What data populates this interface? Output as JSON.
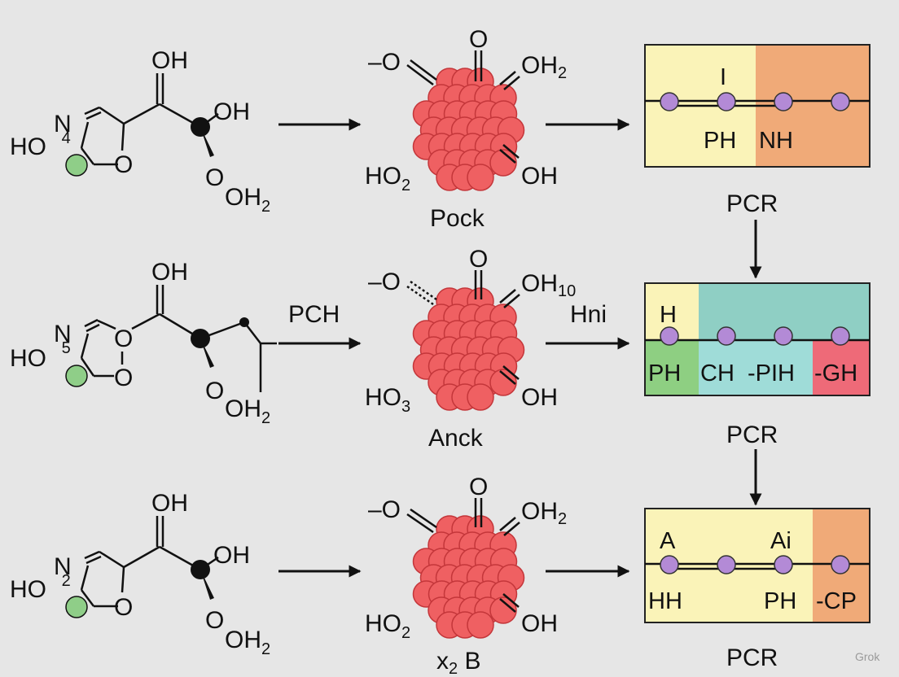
{
  "colors": {
    "background": "#e6e6e6",
    "sphere_fill": "#ef6062",
    "sphere_stroke": "#c4363a",
    "ring_atom": "#8fce88",
    "node_atom": "#b38ad6",
    "panel_yellow": "#faf3b8",
    "panel_orange": "#f0aa78",
    "panel_teal": "#8fcfc4",
    "panel_green": "#8ecf82",
    "panel_cyan": "#9fdcd8",
    "panel_pink": "#ee6a78"
  },
  "rows": [
    {
      "molecule": {
        "oh_top": "OH",
        "oh_mid": "OH",
        "ho": "HO",
        "n": "N",
        "n_sub": "4",
        "o_ring": "O",
        "o_low": "O",
        "oh2": "OH",
        "oh2_sub": "2"
      },
      "arrow1_label": "",
      "cluster": {
        "tl": "–O",
        "top": "O",
        "tr": "OH",
        "tr_sub": "2",
        "bl": "HO",
        "bl_sub": "2",
        "br": "OH",
        "caption": "Pock"
      },
      "arrow2_label": "",
      "panel": {
        "top_labels": [
          "I"
        ],
        "bottom_labels": [
          "PH",
          "NH"
        ]
      }
    },
    {
      "molecule": {
        "oh_top": "OH",
        "ho": "HO",
        "n": "N",
        "n_sub": "5",
        "o_ring1": "O",
        "o_ring2": "O",
        "o_low": "O",
        "oh2": "OH",
        "oh2_sub": "2"
      },
      "arrow1_label": "PCH",
      "cluster": {
        "tl": "–O",
        "top": "O",
        "tr": "OH",
        "tr_sub": "10",
        "bl": "HO",
        "bl_sub": "3",
        "br": "OH",
        "caption": "Anck"
      },
      "arrow2_label": "Hni",
      "panel": {
        "top_labels": [
          "H"
        ],
        "bottom_labels": [
          "PH",
          "CH",
          "-PIH",
          "-GH"
        ]
      }
    },
    {
      "molecule": {
        "oh_top": "OH",
        "oh_mid": "OH",
        "ho": "HO",
        "n": "N",
        "n_sub": "2",
        "o_ring": "O",
        "o_low": "O",
        "oh2": "OH",
        "oh2_sub": "2"
      },
      "arrow1_label": "",
      "cluster": {
        "tl": "–O",
        "top": "O",
        "tr": "OH",
        "tr_sub": "2",
        "bl": "HO",
        "bl_sub": "2",
        "br": "OH",
        "caption": "x",
        "caption_sub": "2",
        "caption_tail": " B"
      },
      "arrow2_label": "",
      "panel": {
        "top_labels": [
          "A",
          "Ai"
        ],
        "bottom_labels": [
          "HH",
          "PH",
          "-CP"
        ]
      }
    }
  ],
  "pcr_labels": [
    "PCR",
    "PCR",
    "PCR"
  ],
  "watermark": "Grok"
}
